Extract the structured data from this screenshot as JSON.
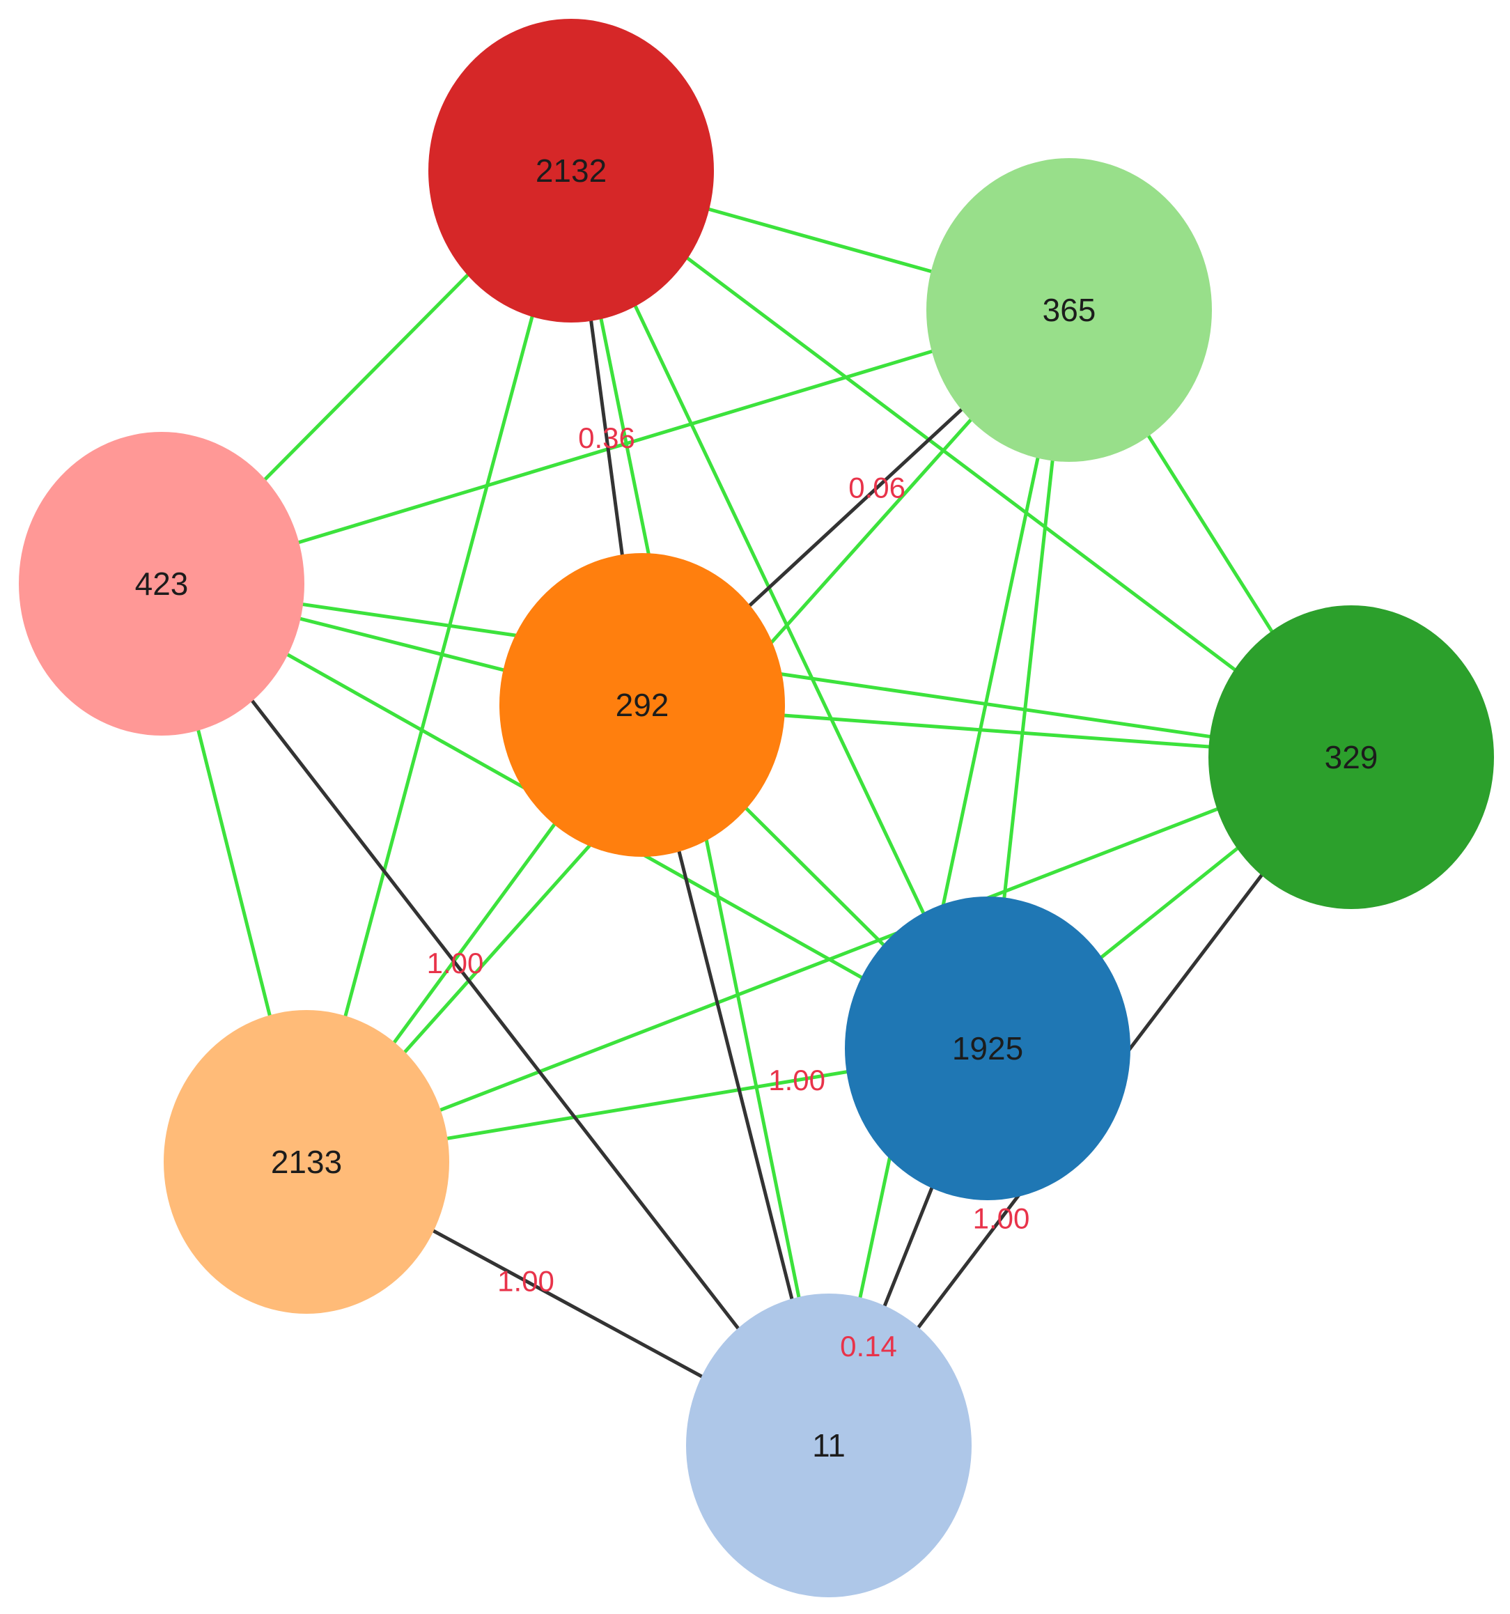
{
  "graph": {
    "nodes": [
      {
        "id": "2132",
        "label": "2132",
        "color": "#d62728"
      },
      {
        "id": "365",
        "label": "365",
        "color": "#98df8a"
      },
      {
        "id": "423",
        "label": "423",
        "color": "#ff9896"
      },
      {
        "id": "292",
        "label": "292",
        "color": "#ff7f0e"
      },
      {
        "id": "329",
        "label": "329",
        "color": "#2ca02c"
      },
      {
        "id": "1925",
        "label": "1925",
        "color": "#1f77b4"
      },
      {
        "id": "2133",
        "label": "2133",
        "color": "#ffbb78"
      },
      {
        "id": "11",
        "label": "11",
        "color": "#aec7e8"
      }
    ],
    "edges": [
      {
        "source": "2132",
        "target": "365",
        "type": "green"
      },
      {
        "source": "2132",
        "target": "423",
        "type": "green"
      },
      {
        "source": "2132",
        "target": "292",
        "type": "dark",
        "label": "0.36"
      },
      {
        "source": "2132",
        "target": "2133",
        "type": "green"
      },
      {
        "source": "2132",
        "target": "329",
        "type": "green"
      },
      {
        "source": "2132",
        "target": "1925",
        "type": "green"
      },
      {
        "source": "2132",
        "target": "11",
        "type": "green"
      },
      {
        "source": "365",
        "target": "423",
        "type": "green"
      },
      {
        "source": "365",
        "target": "292",
        "type": "dark",
        "label": "0.06"
      },
      {
        "source": "365",
        "target": "329",
        "type": "green"
      },
      {
        "source": "365",
        "target": "1925",
        "type": "green"
      },
      {
        "source": "365",
        "target": "2133",
        "type": "green"
      },
      {
        "source": "365",
        "target": "11",
        "type": "green"
      },
      {
        "source": "423",
        "target": "292",
        "type": "green"
      },
      {
        "source": "423",
        "target": "329",
        "type": "green"
      },
      {
        "source": "423",
        "target": "1925",
        "type": "green"
      },
      {
        "source": "423",
        "target": "2133",
        "type": "green"
      },
      {
        "source": "423",
        "target": "11",
        "type": "dark",
        "label": "1.00"
      },
      {
        "source": "292",
        "target": "329",
        "type": "green"
      },
      {
        "source": "292",
        "target": "2133",
        "type": "green"
      },
      {
        "source": "292",
        "target": "1925",
        "type": "green"
      },
      {
        "source": "292",
        "target": "11",
        "type": "dark"
      },
      {
        "source": "329",
        "target": "1925",
        "type": "green"
      },
      {
        "source": "329",
        "target": "2133",
        "type": "green"
      },
      {
        "source": "329",
        "target": "11",
        "type": "dark",
        "label": "1.00"
      },
      {
        "source": "1925",
        "target": "2133",
        "type": "green",
        "label": "1.00"
      },
      {
        "source": "1925",
        "target": "11",
        "type": "dark",
        "label": "0.14"
      },
      {
        "source": "2133",
        "target": "11",
        "type": "dark",
        "label": "1.00"
      }
    ],
    "edge_colors": {
      "green": "#3ce23c",
      "dark": "#333333"
    },
    "edge_label_color": "#e8334a"
  }
}
